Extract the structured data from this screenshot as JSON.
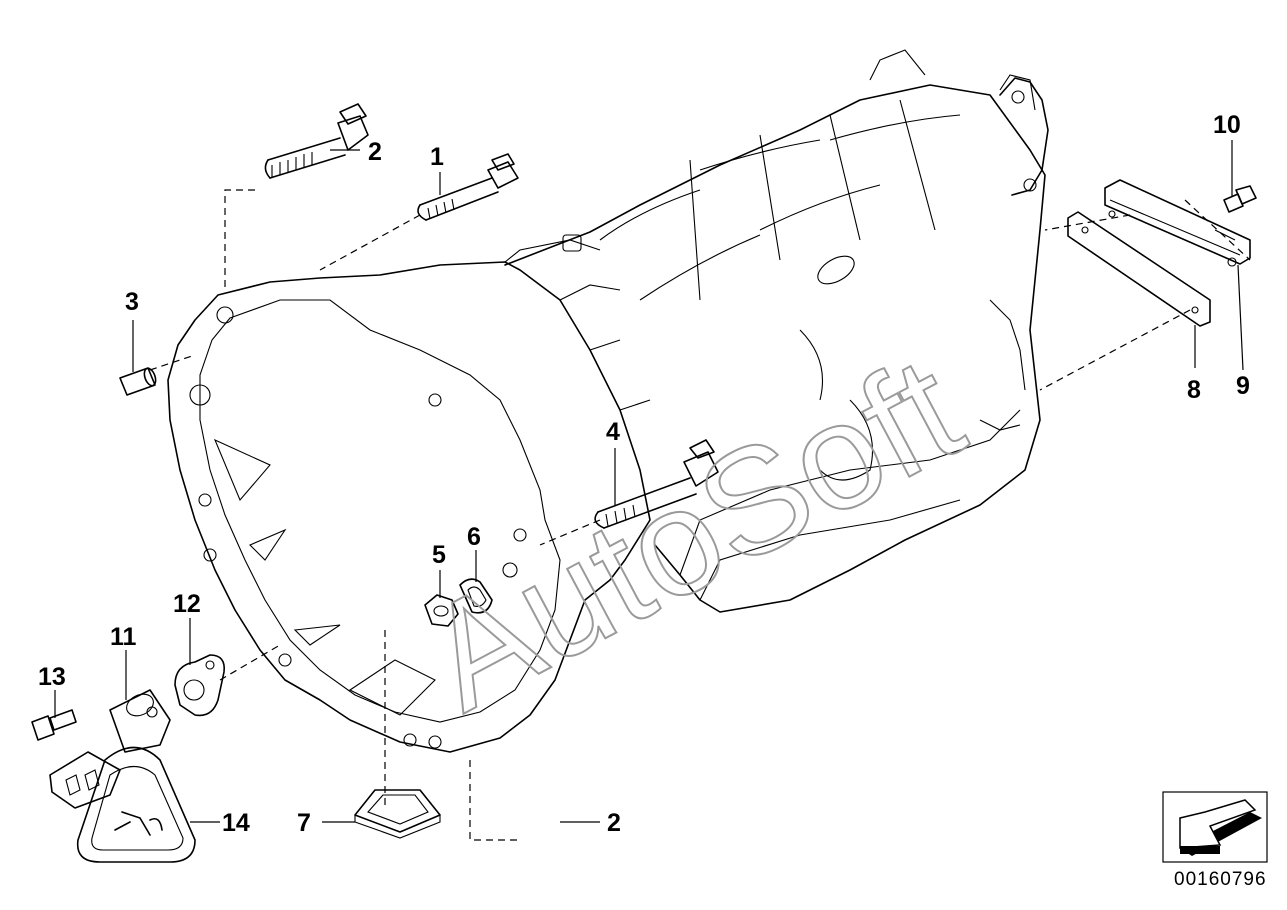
{
  "diagram": {
    "watermark": "AutoSoft",
    "document_number": "00160796",
    "callouts": {
      "c1": "1",
      "c2a": "2",
      "c2b": "2",
      "c3": "3",
      "c4": "4",
      "c5": "5",
      "c6": "6",
      "c7": "7",
      "c8": "8",
      "c9": "9",
      "c10": "10",
      "c11": "11",
      "c12": "12",
      "c13": "13",
      "c14": "14"
    }
  }
}
